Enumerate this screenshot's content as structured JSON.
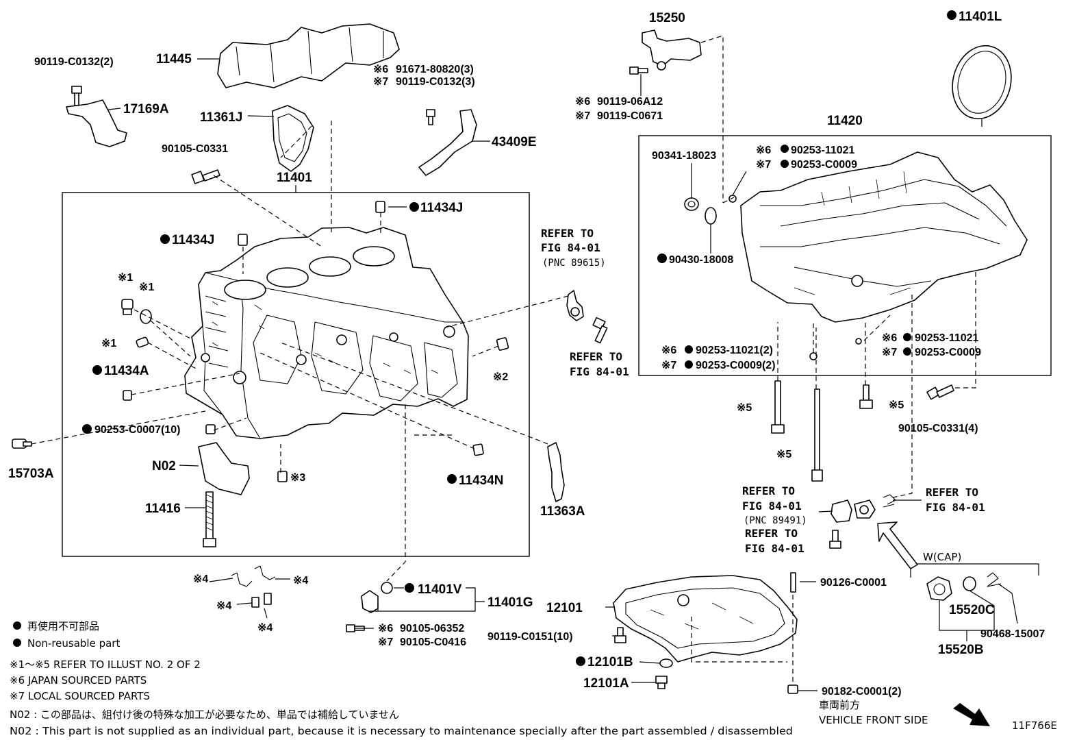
{
  "diagram_id": "11F766E",
  "labels": {
    "p90119_C0132_2": "90119-C0132(2)",
    "p11445": "11445",
    "p17169A": "17169A",
    "p11361J": "11361J",
    "p90105_C0331": "90105-C0331",
    "p11401": "11401",
    "p11434J_top": "11434J",
    "p11434J_left": "11434J",
    "p91671_80820_3": "91671-80820(3)",
    "p90119_C0132_3": "90119-C0132(3)",
    "p43409E": "43409E",
    "p11434A": "11434A",
    "p90253_C0007_10": "90253-C0007(10)",
    "p15703A": "15703A",
    "pN02": "N02",
    "p11416": "11416",
    "p11434N": "11434N",
    "p11363A": "11363A",
    "p11401V": "11401V",
    "p11401G": "11401G",
    "p90105_06352": "90105-06352",
    "p90105_C0416": "90105-C0416",
    "p15250": "15250",
    "p90119_06A12": "90119-06A12",
    "p90119_C0671": "90119-C0671",
    "p11401L": "11401L",
    "p11420": "11420",
    "p90341_18023": "90341-18023",
    "p90253_11021_a": "90253-11021",
    "p90253_C0009_a": "90253-C0009",
    "p90430_18008": "90430-18008",
    "p90253_11021_2": "90253-11021(2)",
    "p90253_C0009_2": "90253-C0009(2)",
    "p90253_11021_b": "90253-11021",
    "p90253_C0009_b": "90253-C0009",
    "p90105_C0331_4": "90105-C0331(4)",
    "p12101": "12101",
    "p90119_C0151_10": "90119-C0151(10)",
    "p12101B": "12101B",
    "p12101A": "12101A",
    "p90126_C0001": "90126-C0001",
    "p90182_C0001_2": "90182-C0001(2)",
    "p15520C": "15520C",
    "p15520B": "15520B",
    "p90468_15007": "90468-15007",
    "wcap": "W(CAP)"
  },
  "marks": {
    "m1": "※1",
    "m2": "※2",
    "m3": "※3",
    "m4": "※4",
    "m5": "※5",
    "m6": "※6",
    "m7": "※7"
  },
  "refs": {
    "refer_to": "REFER TO",
    "fig_84_01": "FIG 84-01",
    "pnc_89615": "(PNC 89615)",
    "pnc_89491": "(PNC 89491)"
  },
  "vehicle_front": {
    "jp": "車両前方",
    "en": "VEHICLE FRONT SIDE"
  },
  "legend": {
    "nonreusable_jp": "再使用不可部品",
    "nonreusable_en": "Non-reusable part",
    "note_1_5": "※1〜※5  REFER TO ILLUST NO. 2 OF 2",
    "note_6": "※6 JAPAN SOURCED PARTS",
    "note_7": "※7 LOCAL SOURCED PARTS",
    "n02_jp": "N02 : この部品は、組付け後の特殊な加工が必要なため、単品では補給していません",
    "n02_en": "N02 : This part is not supplied as an individual part, because it is necessary to maintenance specially after the part assembled / disassembled"
  }
}
